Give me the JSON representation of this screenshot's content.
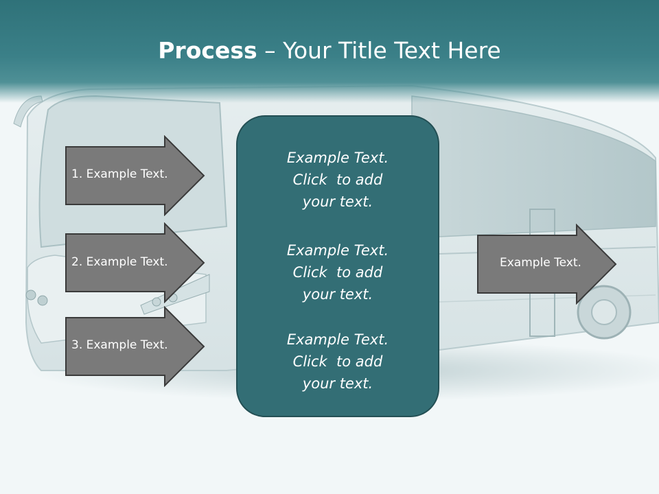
{
  "title": {
    "bold": "Process",
    "rest": " – Your Title Text Here"
  },
  "left_arrows": [
    {
      "label": "1. Example Text."
    },
    {
      "label": "2. Example Text."
    },
    {
      "label": "3. Example Text."
    }
  ],
  "right_arrow": {
    "label": "Example Text."
  },
  "center_blocks": [
    {
      "lines": [
        "Example Text.",
        "Click  to add",
        "your text."
      ]
    },
    {
      "lines": [
        "Example Text.",
        "Click  to add",
        "your text."
      ]
    },
    {
      "lines": [
        "Example Text.",
        "Click  to add",
        "your text."
      ]
    }
  ],
  "colors": {
    "header": "#2f7279",
    "center_box": "#336e75",
    "arrow_fill": "#7a7a7a",
    "arrow_stroke": "#3a3a3a"
  },
  "icons": {
    "background": "coach-bus-photo"
  }
}
